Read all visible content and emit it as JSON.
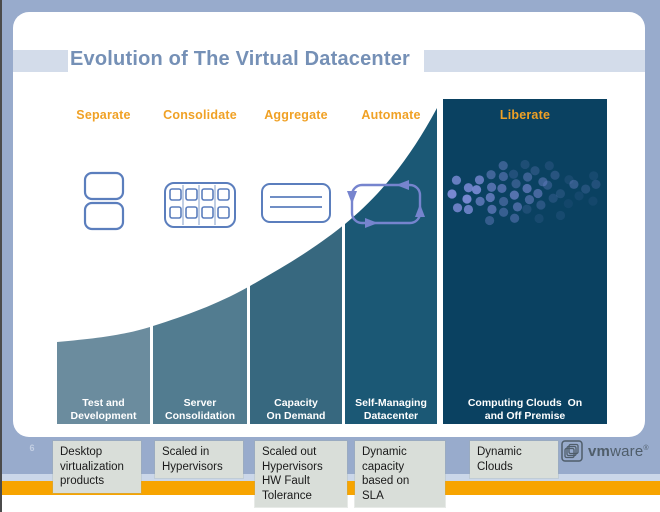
{
  "slide": {
    "page_number": "6",
    "title": "Evolution of The Virtual Datacenter",
    "columns": [
      {
        "header": "Separate",
        "label": "Test and\nDevelopment",
        "icon": "two-separate-boxes-icon",
        "color": "#6B8C9E"
      },
      {
        "header": "Consolidate",
        "label": "Server\nConsolidation",
        "icon": "consolidated-grid-icon",
        "color": "#527C90"
      },
      {
        "header": "Aggregate",
        "label": "Capacity\nOn Demand",
        "icon": "pooled-capacity-icon",
        "color": "#37687F"
      },
      {
        "header": "Automate",
        "label": "Self-Managing\nDatacenter",
        "icon": "automation-cycle-icon",
        "color": "#1B5875"
      },
      {
        "header": "Liberate",
        "label": "Computing Clouds  On\nand Off Premise",
        "icon": "dispersing-dots-icon",
        "color": "#0A4161"
      }
    ]
  },
  "notes": [
    {
      "text": "Desktop\nvirtualization\nproducts"
    },
    {
      "text": "Scaled in\nHypervisors"
    },
    {
      "text": "Scaled out\nHypervisors\nHW Fault\nTolerance"
    },
    {
      "text": "Dynamic\ncapacity\nbased on\nSLA"
    },
    {
      "text": "Dynamic\nClouds"
    }
  ],
  "logo": {
    "vm": "vm",
    "ware": "ware",
    "reg": "®"
  },
  "colors": {
    "frame": "#98ABCC",
    "edge": "#4B4B4B",
    "slideBg": "#FFFFFF",
    "titleBand": "#D3DCEA",
    "titleText": "#7590B6",
    "orange": "#F0A125",
    "stripOrange": "#F7A400",
    "stripLight": "#CBD7E9",
    "noteBg": "#D9DED9",
    "noteText": "#1A1A1A",
    "iconBlue": "#5B7EBD",
    "iconBlueLight": "#9FB3D6",
    "cycleBlue": "#7684CE",
    "dots": "#7A8AD4",
    "labelText": "#FFFFFF",
    "pageNumber": "#C3CFE3",
    "logo": "#4F5D6A"
  }
}
